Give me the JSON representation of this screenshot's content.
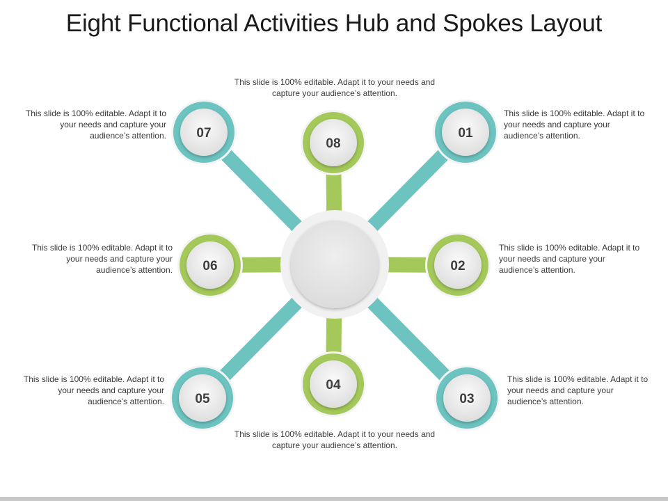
{
  "title": "Eight Functional Activities Hub and Spokes Layout",
  "colors": {
    "teal": "#6cc3c0",
    "green": "#a4c95a",
    "node_fill": "#ececec",
    "hub_fill": "#e6e6e6"
  },
  "nodes": [
    {
      "number": "01",
      "color": "teal",
      "text": "This slide is 100% editable. Adapt it to your needs and capture your audience’s attention."
    },
    {
      "number": "02",
      "color": "green",
      "text": "This slide is 100% editable. Adapt it to your needs and capture your audience’s attention."
    },
    {
      "number": "03",
      "color": "teal",
      "text": "This slide is 100% editable. Adapt it to your needs and capture your audience’s attention."
    },
    {
      "number": "04",
      "color": "green",
      "text": "This slide is 100% editable. Adapt it to your needs and capture your audience’s attention."
    },
    {
      "number": "05",
      "color": "teal",
      "text": "This slide is 100% editable. Adapt it to your needs and capture your audience’s attention."
    },
    {
      "number": "06",
      "color": "green",
      "text": "This slide is 100% editable. Adapt it to your needs and capture your audience’s attention."
    },
    {
      "number": "07",
      "color": "teal",
      "text": "This slide is 100% editable. Adapt it to your needs and capture your audience’s attention."
    },
    {
      "number": "08",
      "color": "green",
      "text": "This slide is 100% editable. Adapt it to your needs and capture your audience’s attention."
    }
  ]
}
